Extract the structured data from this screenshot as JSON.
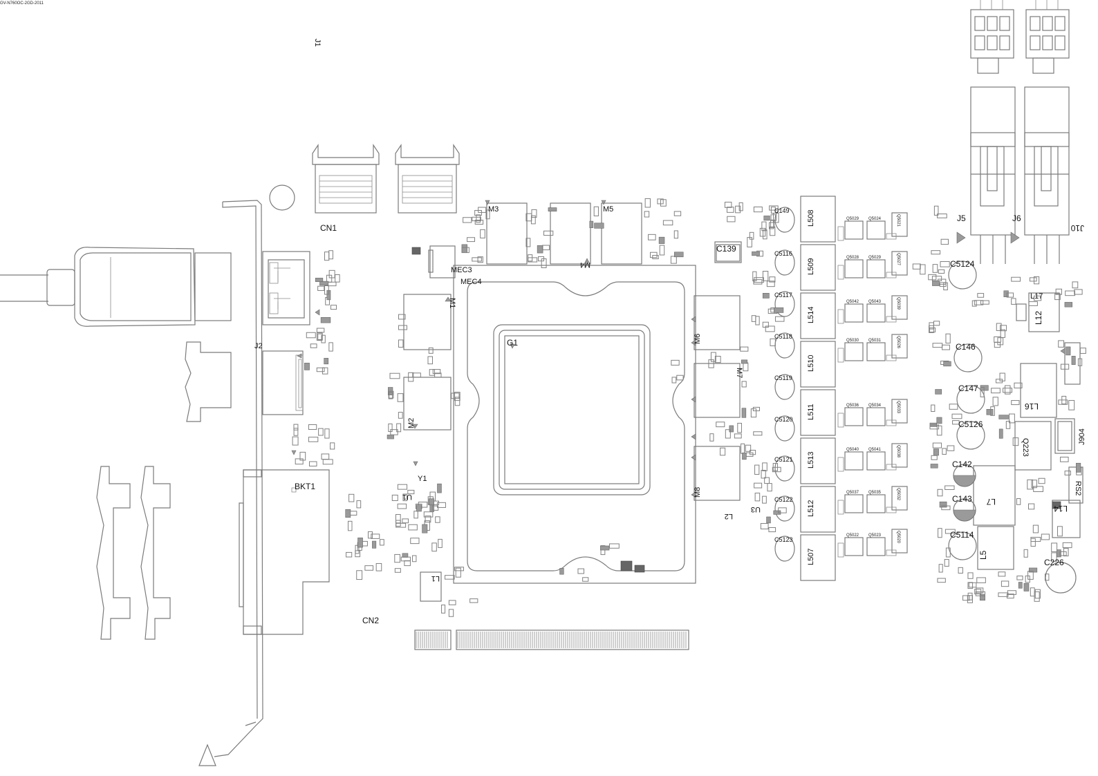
{
  "header_code": "GV-N760OC-2GD-2011",
  "labels": {
    "J1": "J1",
    "CN1": "CN1",
    "CN2": "CN2",
    "J2": "J2",
    "BKT1": "BKT1",
    "G1": "G1",
    "M1": "M1",
    "M2": "M2",
    "M3": "M3",
    "M4": "M4",
    "M5": "M5",
    "M6": "M6",
    "M7": "M7",
    "M8": "M8",
    "MEC3": "MEC3",
    "MEC4": "MEC4",
    "Y1": "Y1",
    "U1": "U1",
    "L1": "L1",
    "L2": "L2",
    "U3": "U3",
    "C139": "C139",
    "J5": "J5",
    "J6": "J6",
    "J10": "J10",
    "L5": "L5",
    "L7": "L7",
    "L12": "L12",
    "L14": "L14",
    "L16": "L16",
    "L17": "L17",
    "Q223": "Q223",
    "RS2": "RS2",
    "J904": "J904",
    "C226": "C226"
  },
  "inductors": [
    "L508",
    "L509",
    "L514",
    "L510",
    "L511",
    "L513",
    "L512",
    "L507"
  ],
  "caps_column": [
    "C149",
    "C5116",
    "C5117",
    "C5118",
    "C5119",
    "C5120",
    "C5121",
    "C5122",
    "C5123"
  ],
  "caps_right": [
    "C5124",
    "C146",
    "C147",
    "C5126",
    "C142",
    "C143",
    "C5114"
  ],
  "mosfet_rows": [
    [
      "Q5029",
      "Q5024",
      "Q5021"
    ],
    [
      "Q5028",
      "Q5029",
      "Q5027"
    ],
    [
      "Q5042",
      "Q5043",
      "Q5039"
    ],
    [
      "Q5030",
      "Q5031",
      "Q5026"
    ],
    [
      "Q5036",
      "Q5034",
      "Q5033"
    ],
    [
      "Q5040",
      "Q5041",
      "Q5038"
    ],
    [
      "Q5037",
      "Q5035",
      "Q5032"
    ],
    [
      "Q5022",
      "Q5023",
      "Q5020"
    ]
  ]
}
